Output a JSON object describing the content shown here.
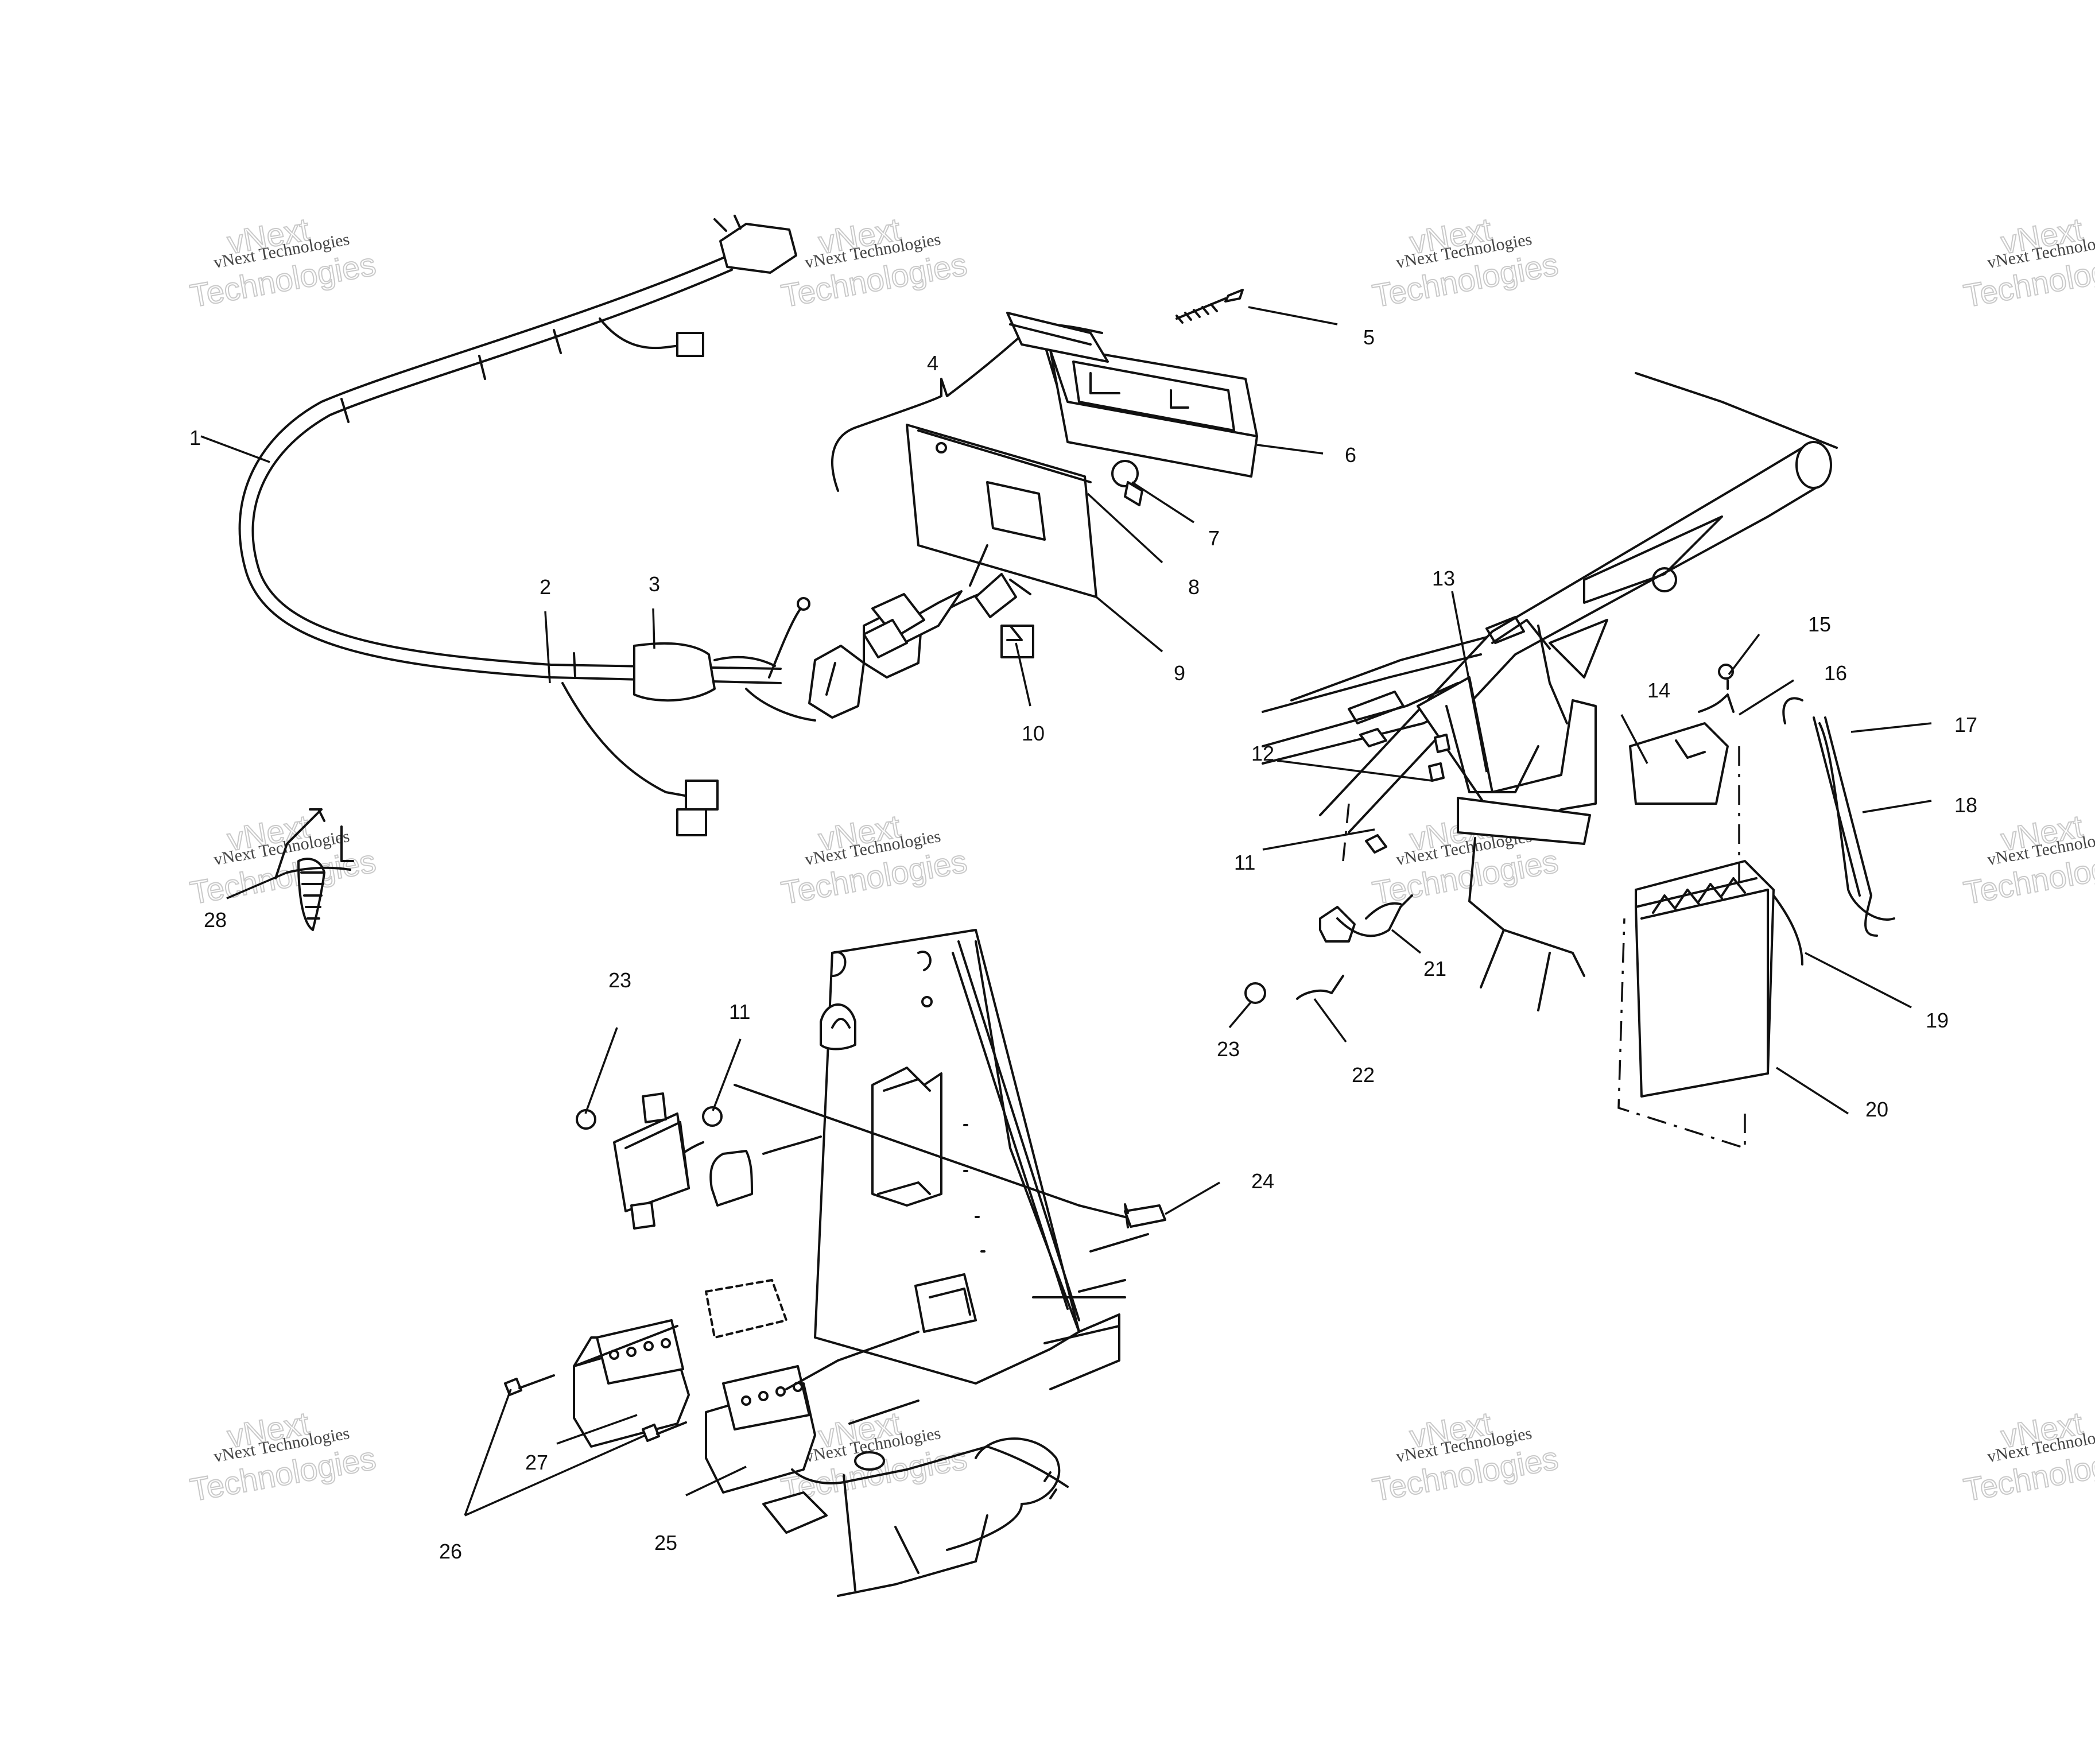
{
  "watermark": {
    "line1": "vNext",
    "line2": "vNext Technologies",
    "line3": "Technologies"
  },
  "callouts": {
    "c1": "1",
    "c2": "2",
    "c3": "3",
    "c4": "4",
    "c5": "5",
    "c6": "6",
    "c7": "7",
    "c8": "8",
    "c9": "9",
    "c10": "10",
    "c11a": "11",
    "c11b": "11",
    "c12": "12",
    "c13": "13",
    "c14": "14",
    "c15": "15",
    "c16": "16",
    "c17": "17",
    "c18": "18",
    "c19": "19",
    "c20": "20",
    "c21": "21",
    "c22": "22",
    "c23a": "23",
    "c23b": "23",
    "c24": "24",
    "c25": "25",
    "c26": "26",
    "c27": "27",
    "c28": "28"
  }
}
